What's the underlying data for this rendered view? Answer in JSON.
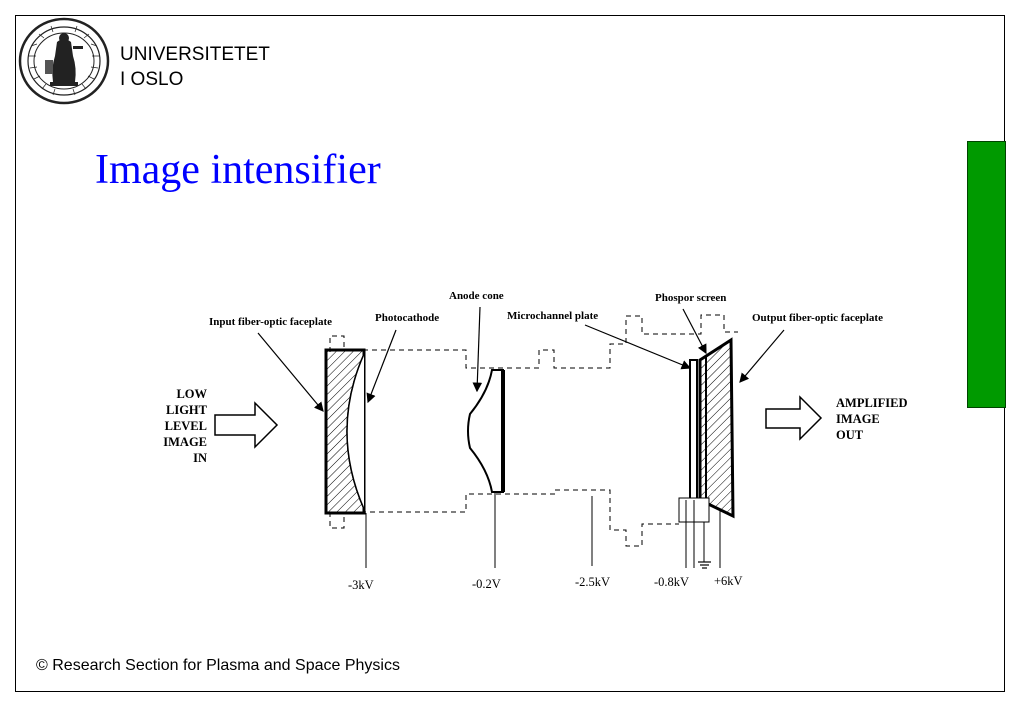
{
  "header": {
    "university_line1": "UNIVERSITETET",
    "university_line2": "I OSLO"
  },
  "slide": {
    "title": "Image intensifier"
  },
  "footer": {
    "text": "© Research Section for Plasma and Space Physics"
  },
  "colors": {
    "title": "#0000ff",
    "accent_bar": "#009a00"
  },
  "diagram": {
    "labels": {
      "input_faceplate": "Input fiber-optic faceplate",
      "photocathode": "Photocathode",
      "anode_cone": "Anode cone",
      "microchannel_plate": "Microchannel plate",
      "phosphor_screen": "Phospor screen",
      "output_faceplate": "Output fiber-optic faceplate"
    },
    "input_text": [
      "LOW",
      "LIGHT",
      "LEVEL",
      "IMAGE",
      "IN"
    ],
    "output_text": [
      "AMPLIFIED",
      "IMAGE",
      "OUT"
    ],
    "voltages": {
      "photocathode": "-3kV",
      "anode": "-0.2V",
      "tube": "-2.5kV",
      "mcp": "-0.8kV",
      "screen": "+6kV"
    }
  }
}
